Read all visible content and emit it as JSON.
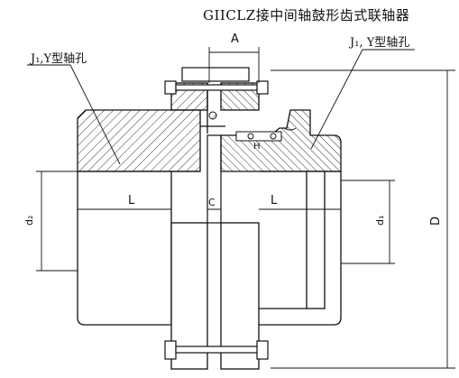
{
  "title": "GIICLZ接中间轴鼓形齿式联轴器",
  "labels": {
    "bore_left": "J₁,Y型轴孔",
    "bore_right": "J₁, Y型轴孔",
    "dim_a": "A",
    "dim_h": "H",
    "dim_l_left": "L",
    "dim_c": "C",
    "dim_l_right": "L",
    "dim_d2": "d₂",
    "dim_d1": "d₁",
    "dim_d": "D"
  }
}
